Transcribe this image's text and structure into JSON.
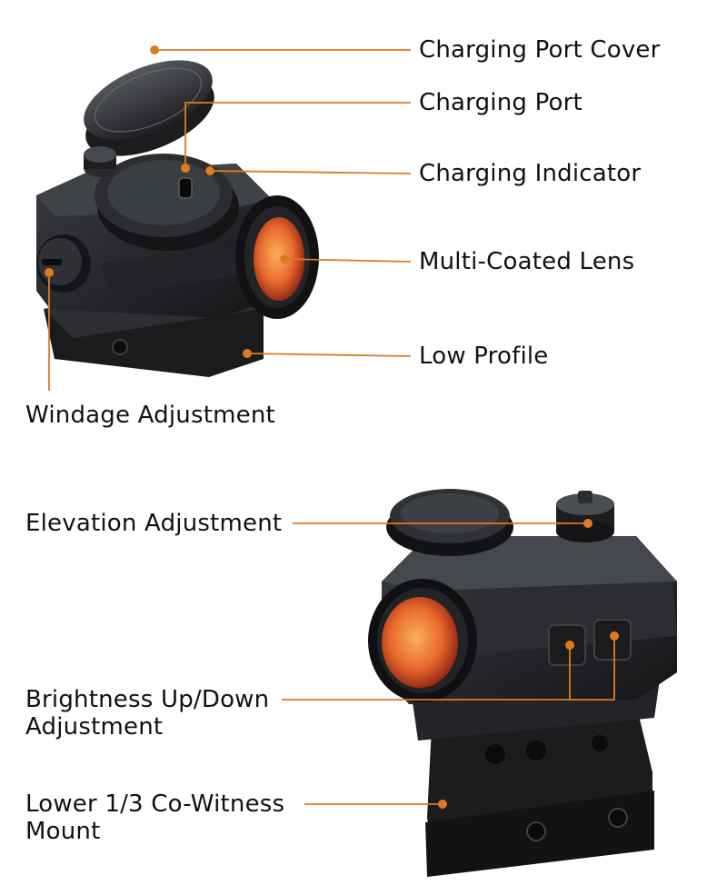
{
  "colors": {
    "callout": "#e07a1f",
    "body_dark": "#1c1d1f",
    "body_mid": "#2e3033",
    "body_light": "#4a4d52",
    "lens_red": "#e2502a",
    "lens_orange": "#f0a04a"
  },
  "labels": {
    "charging_port_cover": "Charging Port Cover",
    "charging_port": "Charging Port",
    "charging_indicator": "Charging Indicator",
    "multi_coated_lens": "Multi-Coated Lens",
    "low_profile": "Low Profile",
    "windage_adjustment": "Windage Adjustment",
    "elevation_adjustment": "Elevation Adjustment",
    "brightness_line1": "Brightness Up/Down",
    "brightness_line2": "Adjustment",
    "mount_line1": "Lower 1/3 Co-Witness",
    "mount_line2": "Mount"
  }
}
